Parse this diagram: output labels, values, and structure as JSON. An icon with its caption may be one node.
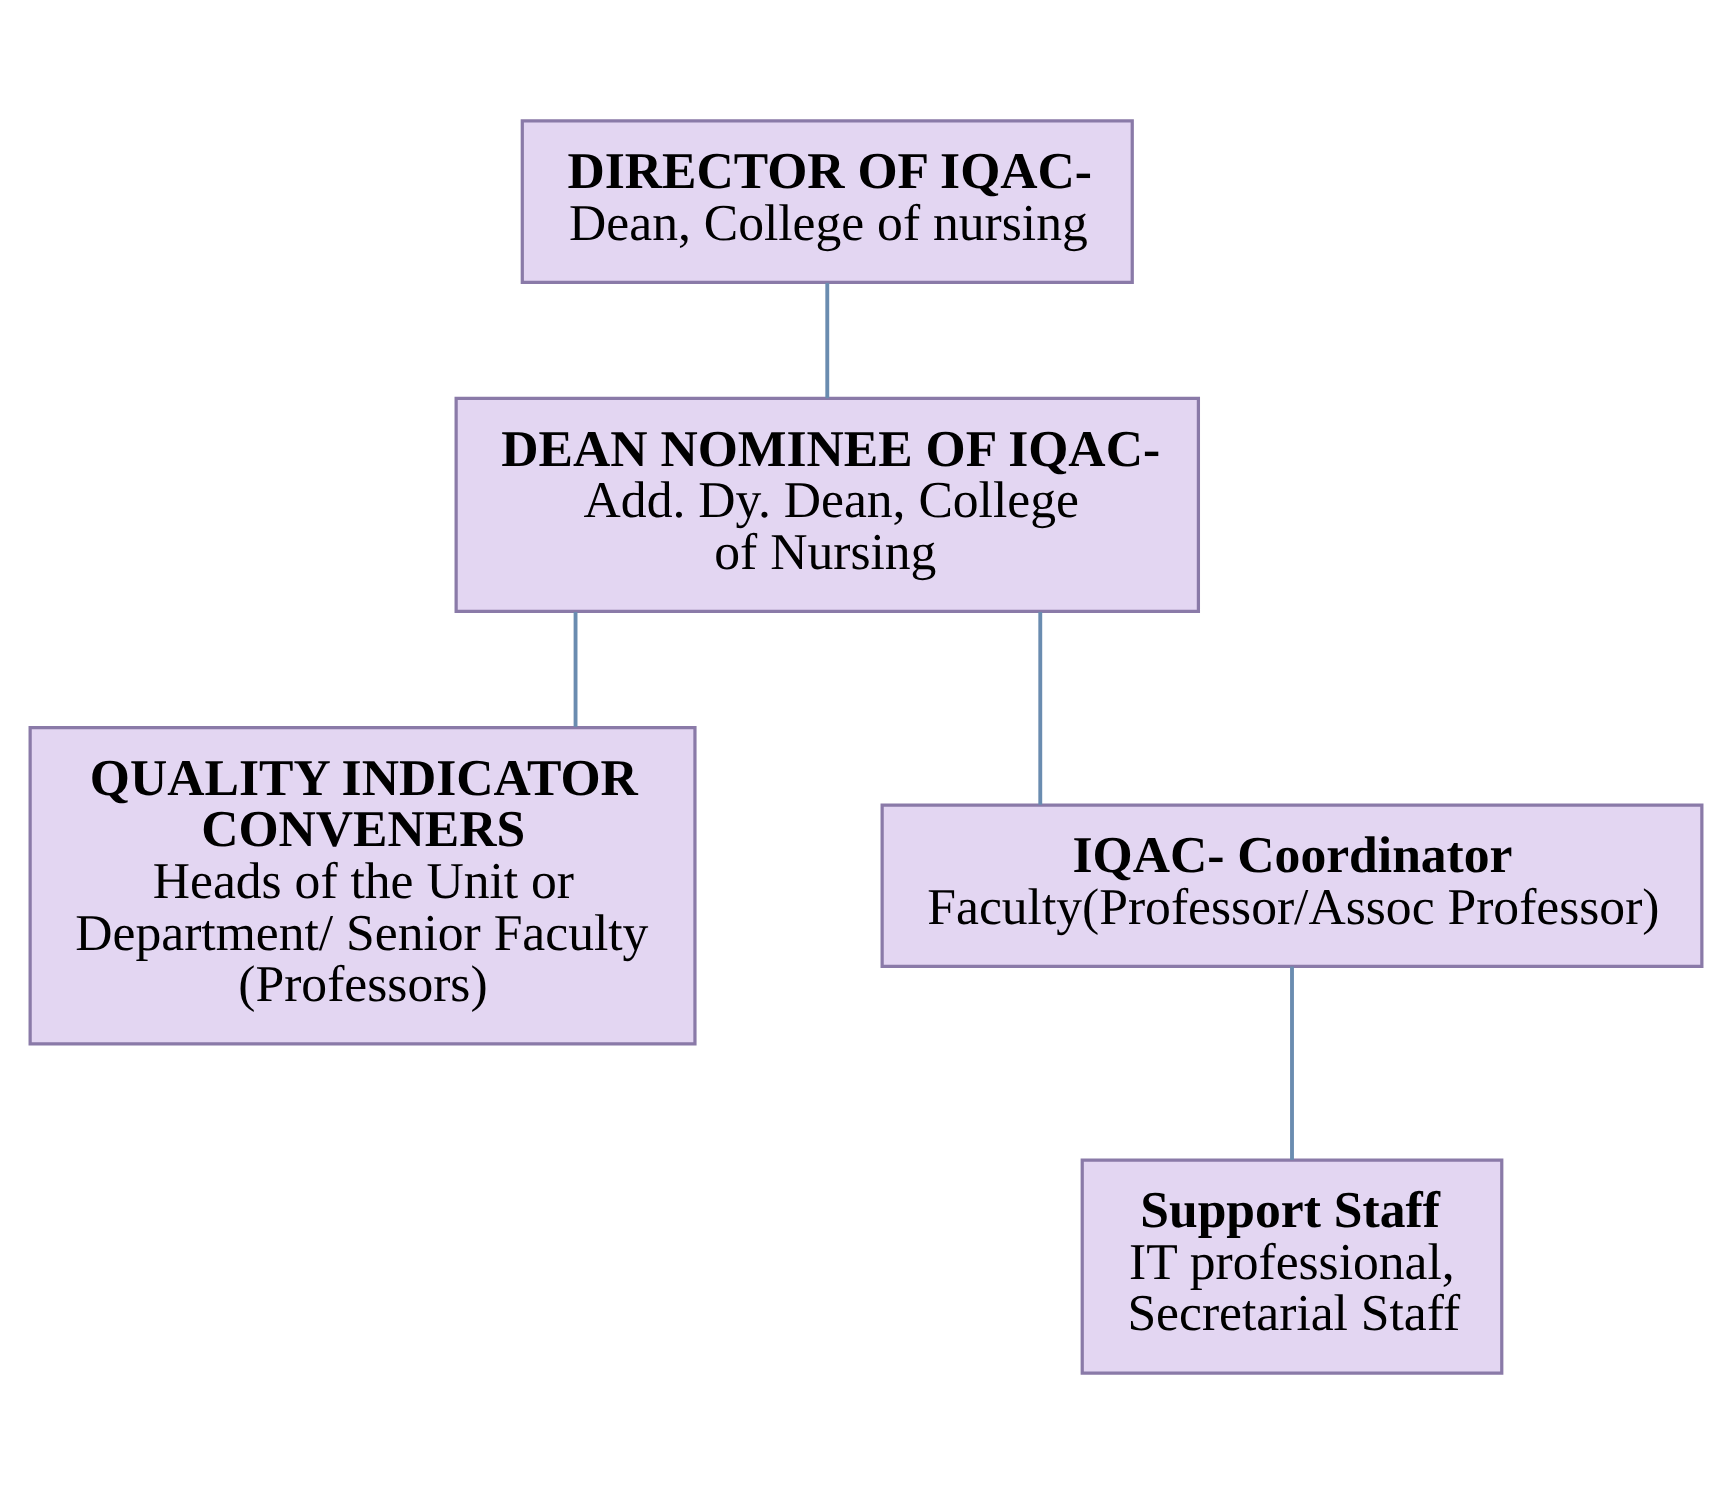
{
  "diagram": {
    "nodes": [
      {
        "text": [
          "DIRECTOR OF IQAC-",
          "Dean, College of nursing"
        ]
      },
      {
        "text": [
          "DEAN NOMINEE OF IQAC-",
          "Add. Dy. Dean, College of Nursing"
        ]
      },
      {
        "text": [
          "QUALITY INDICATOR CONVENERS",
          "Heads of the Unit or Department/ Senior Faculty (Professors)"
        ]
      },
      {
        "text": [
          "IQAC- Coordinator",
          "Faculty(Professor/Assoc Professor)"
        ]
      },
      {
        "text": [
          "Support Staff",
          "IT professional, Secretarial Staff"
        ]
      }
    ],
    "edges": [
      {
        "from": 0,
        "to": 1,
        "arrow": "none"
      },
      {
        "from": 1,
        "to": 2,
        "arrow": "none"
      },
      {
        "from": 1,
        "to": 3,
        "arrow": "none"
      },
      {
        "from": 3,
        "to": 4,
        "arrow": "none"
      }
    ]
  }
}
